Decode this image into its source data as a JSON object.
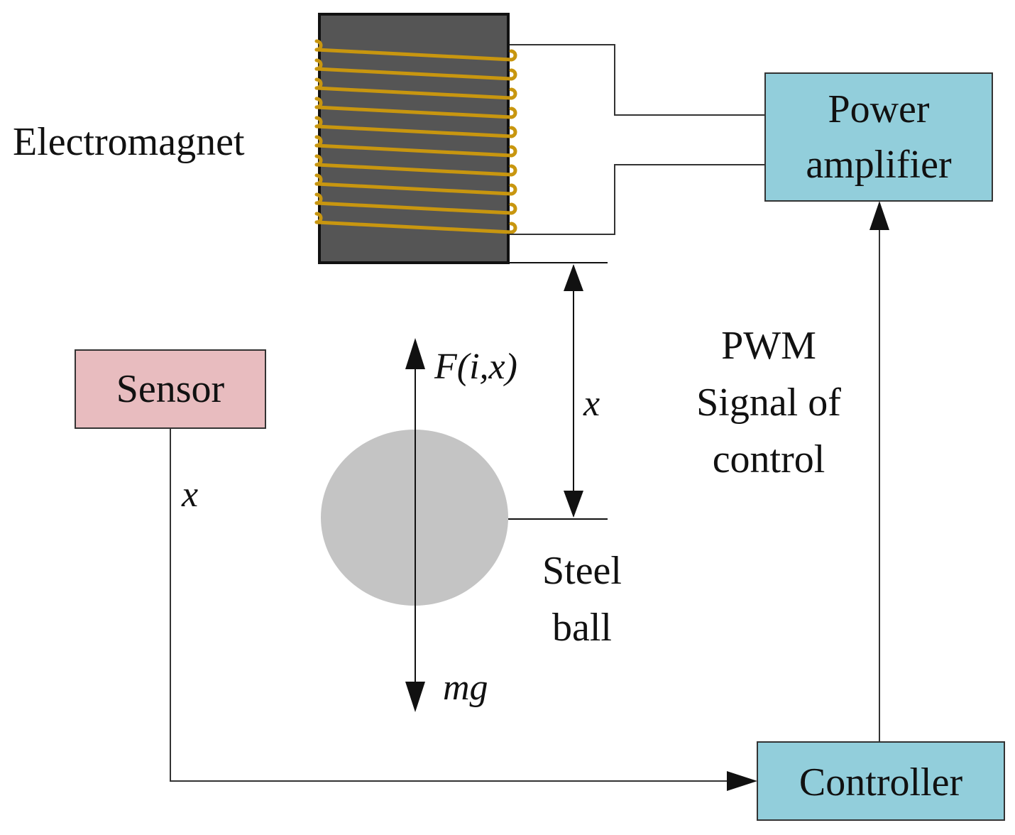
{
  "colors": {
    "magnet_core": "#555555",
    "coil": "#c8960f",
    "ball": "#c4c4c4",
    "power_amp_fill": "#92cedb",
    "controller_fill": "#92cedb",
    "sensor_fill": "#e8bcbf",
    "wire": "#333333"
  },
  "labels": {
    "electromagnet": "Electromagnet",
    "force": "F(i,x)",
    "gap": "x",
    "sensor_output": "x",
    "weight": "mg",
    "steel_ball_line1": "Steel",
    "steel_ball_line2": "ball",
    "pwm_line1": "PWM",
    "pwm_line2": "Signal of",
    "pwm_line3": "control"
  },
  "boxes": {
    "power_amplifier_line1": "Power",
    "power_amplifier_line2": "amplifier",
    "sensor": "Sensor",
    "controller": "Controller"
  }
}
